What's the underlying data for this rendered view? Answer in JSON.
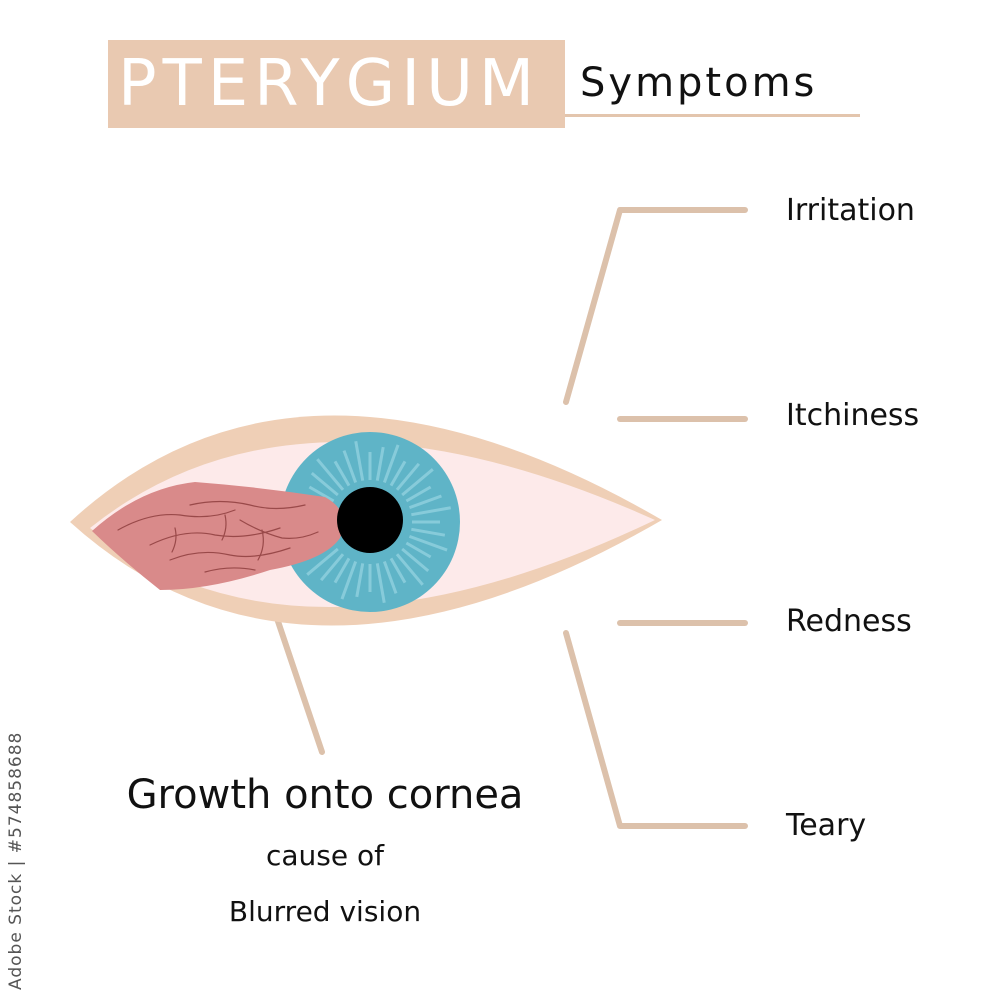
{
  "title": {
    "main": "PTERYGIUM",
    "sub": "Symptoms"
  },
  "symptoms": [
    {
      "label": "Irritation"
    },
    {
      "label": "Itchiness"
    },
    {
      "label": "Redness"
    },
    {
      "label": "Teary"
    }
  ],
  "growth": {
    "main": "Growth onto cornea",
    "line2": "cause of",
    "line3": "Blurred vision"
  },
  "side_id": "Adobe Stock | #574858688",
  "icons": {
    "eye": "eye-icon",
    "pterygium": "pterygium-growth-icon",
    "iris": "iris-icon",
    "pupil": "pupil-icon"
  },
  "colors": {
    "accent": "#e9c9b1",
    "leader_line": "#dcc1ab",
    "eyelid": "#efcfb6",
    "sclera": "#fdeaea",
    "pterygium": "#d98a8a",
    "iris": "#5fb4c7",
    "pupil": "#000000"
  }
}
